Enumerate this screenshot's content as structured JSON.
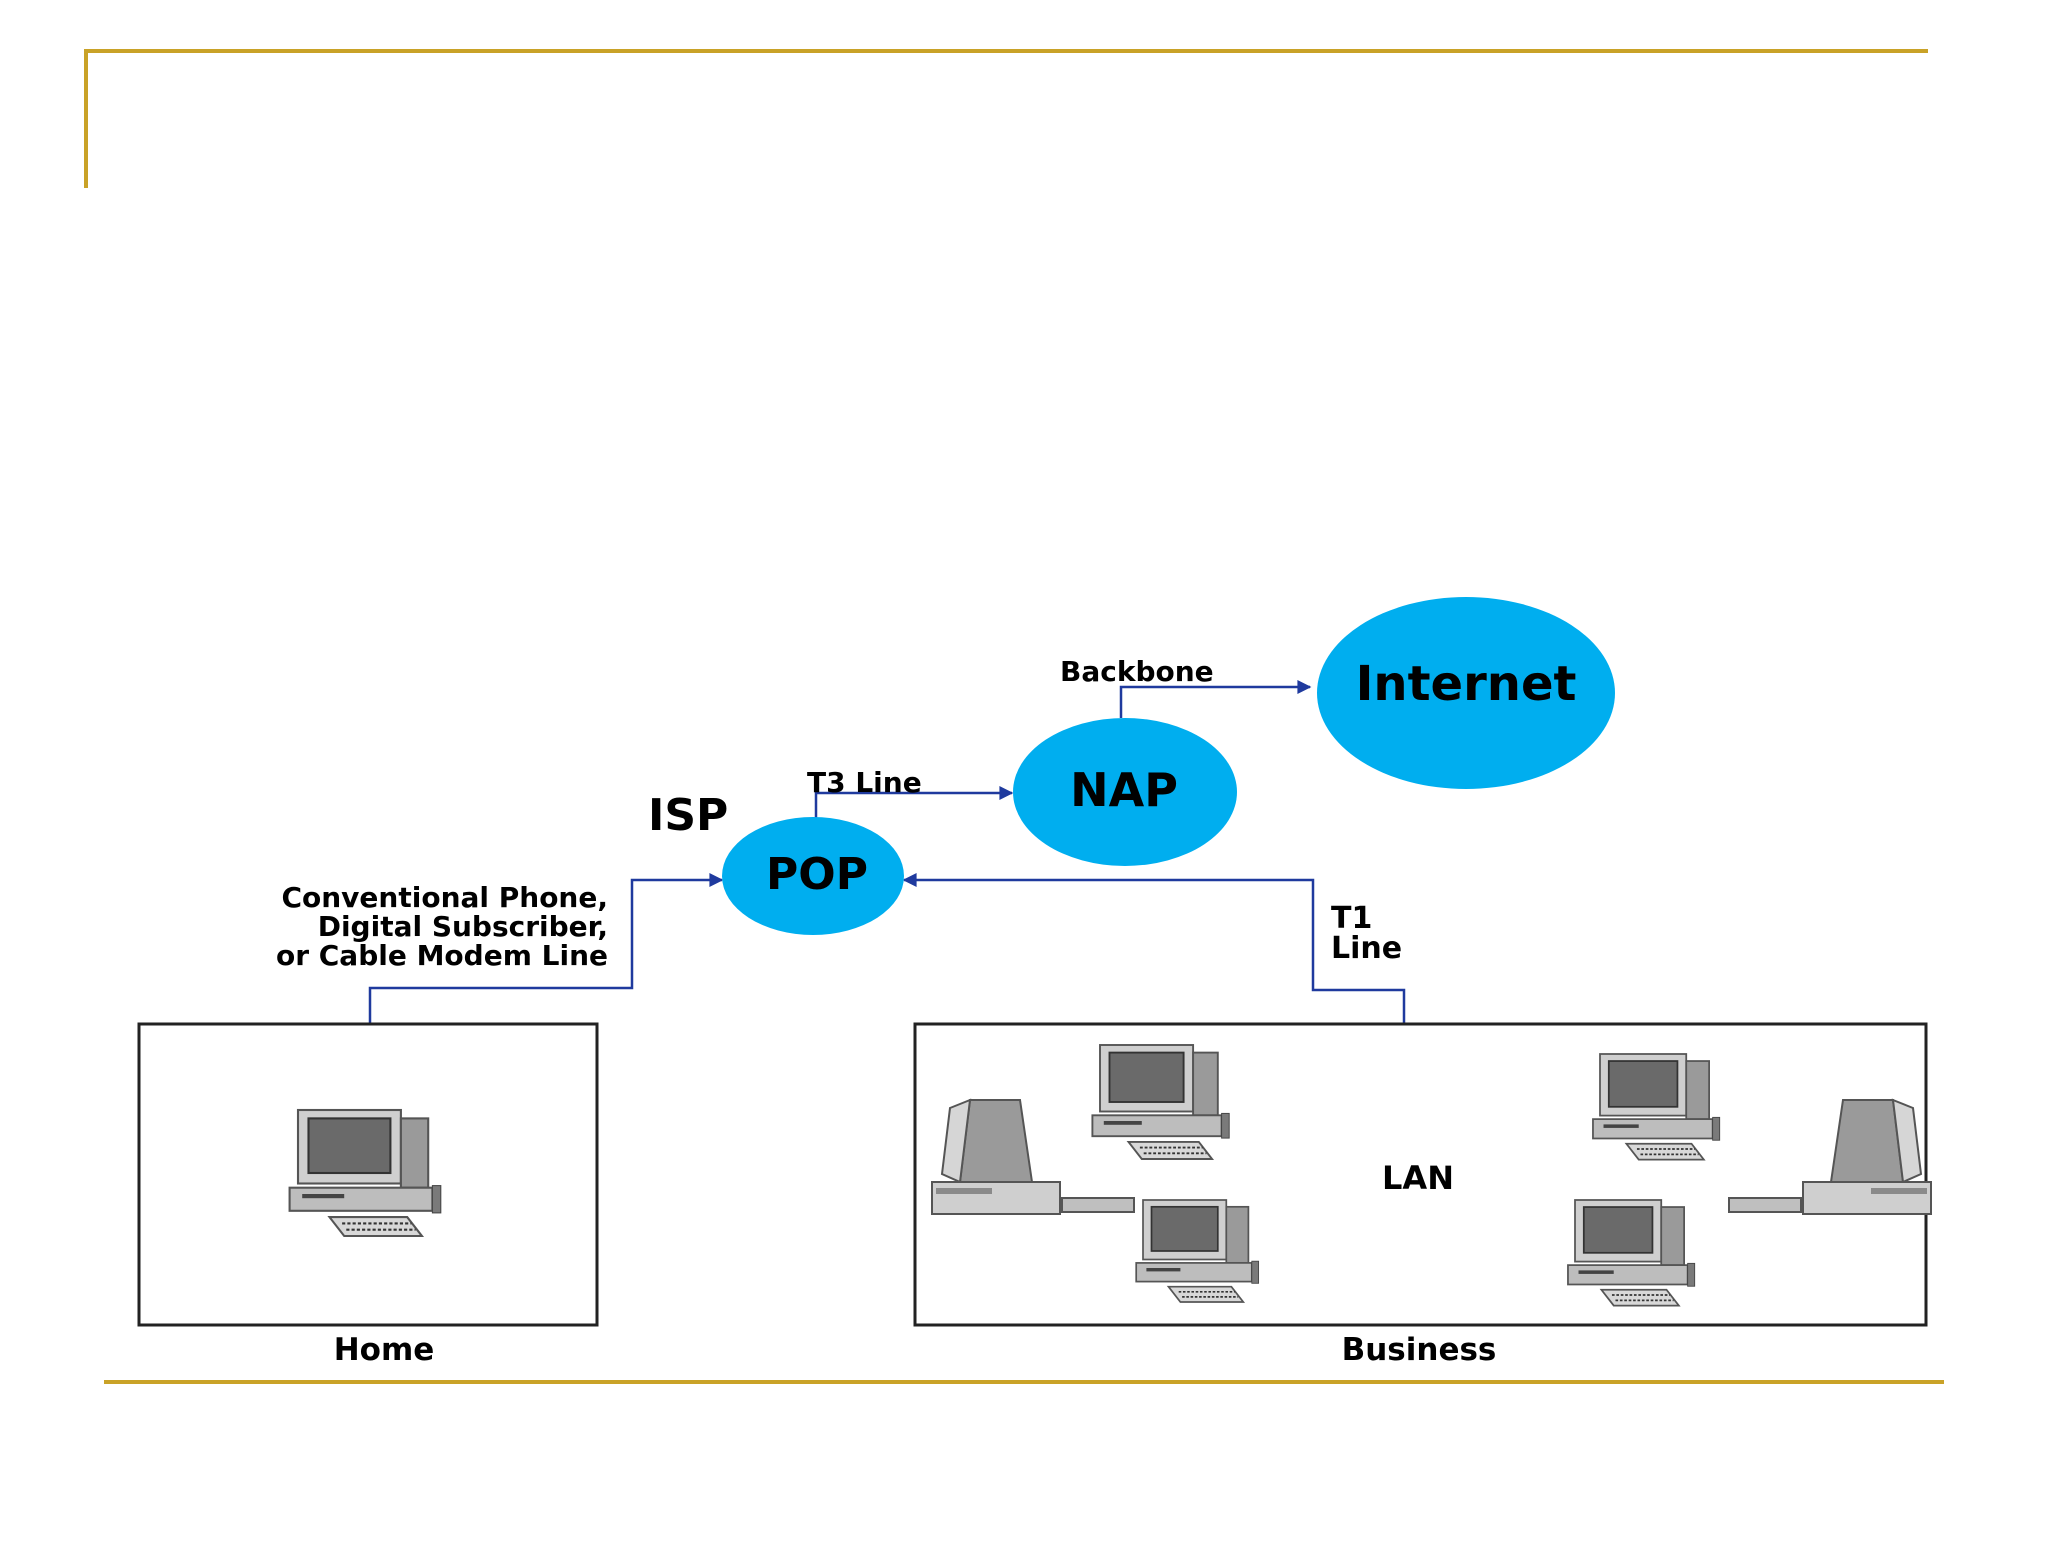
{
  "slide": {
    "accent_color": "#C9A227"
  },
  "diagram": {
    "node_color": "#00AEEF",
    "link_color": "#1F3A9E",
    "isp_label": "ISP",
    "pop_label": "POP",
    "nap_label": "NAP",
    "internet_label": "Internet",
    "backbone_label": "Backbone",
    "t3_label": "T3 Line",
    "t1_label_line1": "T1",
    "t1_label_line2": "Line",
    "home_link_line1": "Conventional Phone,",
    "home_link_line2": "Digital Subscriber,",
    "home_link_line3": "or Cable Modem Line",
    "lan_label": "LAN",
    "home_caption": "Home",
    "business_caption": "Business"
  }
}
